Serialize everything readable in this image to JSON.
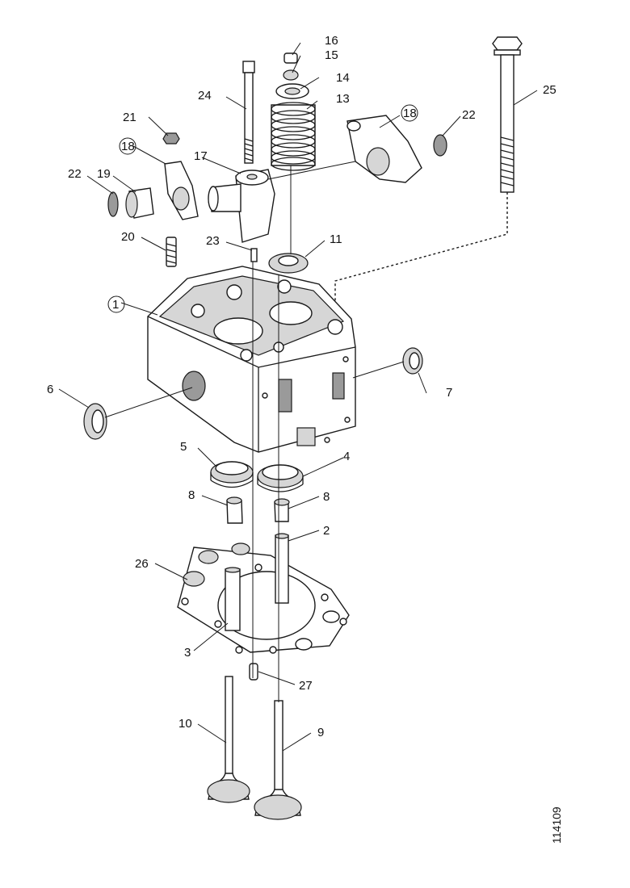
{
  "figure_ref": "114109",
  "callouts": {
    "c1": "1",
    "c2": "2",
    "c3": "3",
    "c4": "4",
    "c5": "5",
    "c6": "6",
    "c7": "7",
    "c8a": "8",
    "c8b": "8",
    "c9": "9",
    "c10": "10",
    "c11": "11",
    "c13": "13",
    "c14": "14",
    "c15": "15",
    "c16": "16",
    "c17": "17",
    "c18a": "18",
    "c18b": "18",
    "c19": "19",
    "c20": "20",
    "c21": "21",
    "c22a": "22",
    "c22b": "22",
    "c23": "23",
    "c24": "24",
    "c25": "25",
    "c26": "26",
    "c27": "27"
  }
}
